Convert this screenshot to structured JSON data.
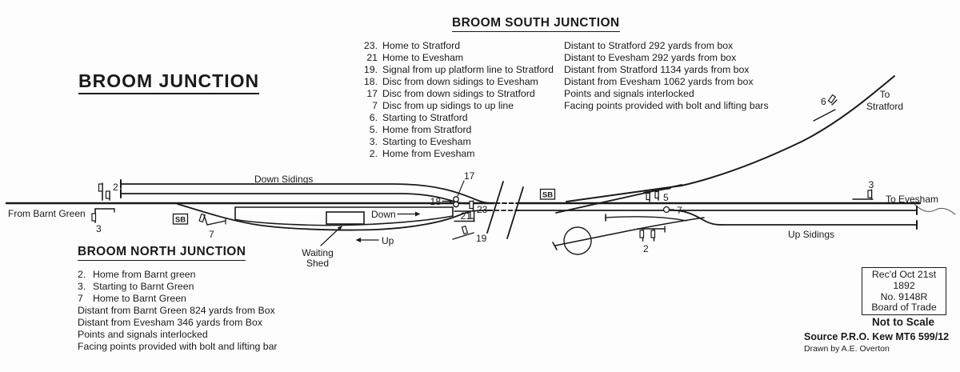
{
  "main_title": "BROOM JUNCTION",
  "south": {
    "title": "BROOM SOUTH JUNCTION",
    "signals": [
      {
        "no": "23.",
        "label": "Home to Stratford"
      },
      {
        "no": "21",
        "label": "Home to Evesham"
      },
      {
        "no": "19.",
        "label": "Signal from up platform line to Stratford"
      },
      {
        "no": "18.",
        "label": "Disc from down sidings to Evesham"
      },
      {
        "no": "17",
        "label": "Disc from down sidings to Stratford"
      },
      {
        "no": "7",
        "label": "Disc from up sidings to up line"
      },
      {
        "no": "6.",
        "label": "Starting to Stratford"
      },
      {
        "no": "5.",
        "label": "Home from Stratford"
      },
      {
        "no": "3.",
        "label": "Starting to Evesham"
      },
      {
        "no": "2.",
        "label": "Home from Evesham"
      }
    ],
    "notes": [
      "Distant to Stratford 292 yards from box",
      "Distant to Evesham 292 yards from box",
      "Distant from Stratford 1134 yards from box",
      "Distant from Evesham 1062 yards from box",
      "Points and signals interlocked",
      "Facing points provided with bolt and lifting bars"
    ]
  },
  "north": {
    "title": "BROOM NORTH JUNCTION",
    "signals": [
      {
        "no": "2.",
        "label": "Home from Barnt green"
      },
      {
        "no": "3.",
        "label": "Starting to Barnt Green"
      },
      {
        "no": "7",
        "label": "Home to Barnt Green"
      }
    ],
    "notes": [
      "Distant from Barnt Green 824 yards from Box",
      "Distant from Evesham 346 yards from Box",
      "Points and signals interlocked",
      "Facing points provided with bolt and lifting bar"
    ]
  },
  "diagram": {
    "labels": {
      "from_barnt_green": "From Barnt Green",
      "down_sidings": "Down Sidings",
      "down": "Down",
      "up": "Up",
      "waiting_shed_line1": "Waiting",
      "waiting_shed_line2": "Shed",
      "up_sidings": "Up Sidings",
      "to_stratford_line1": "To",
      "to_stratford_line2": "Stratford",
      "to_evesham": "To Evesham",
      "signal_box": "SB"
    },
    "signal_numbers": {
      "left_bracket_2": "2",
      "left_home_3": "3",
      "left_7": "7",
      "disc_17": "17",
      "disc_18": "18",
      "home_23": "23",
      "home_21": "21",
      "signal_19": "19",
      "home_5": "5",
      "disc_7": "7",
      "right_2": "2",
      "starting_6": "6",
      "starting_3": "3"
    }
  },
  "stamp": {
    "line1": "Rec'd Oct 21st",
    "line2": "1892",
    "line3": "No. 9148R",
    "line4": "Board of Trade",
    "not_to_scale": "Not to Scale"
  },
  "credits": {
    "source": "Source P.R.O. Kew MT6 599/12",
    "drawn_by": "Drawn by A.E. Overton"
  },
  "ink": "#1a1a1a"
}
